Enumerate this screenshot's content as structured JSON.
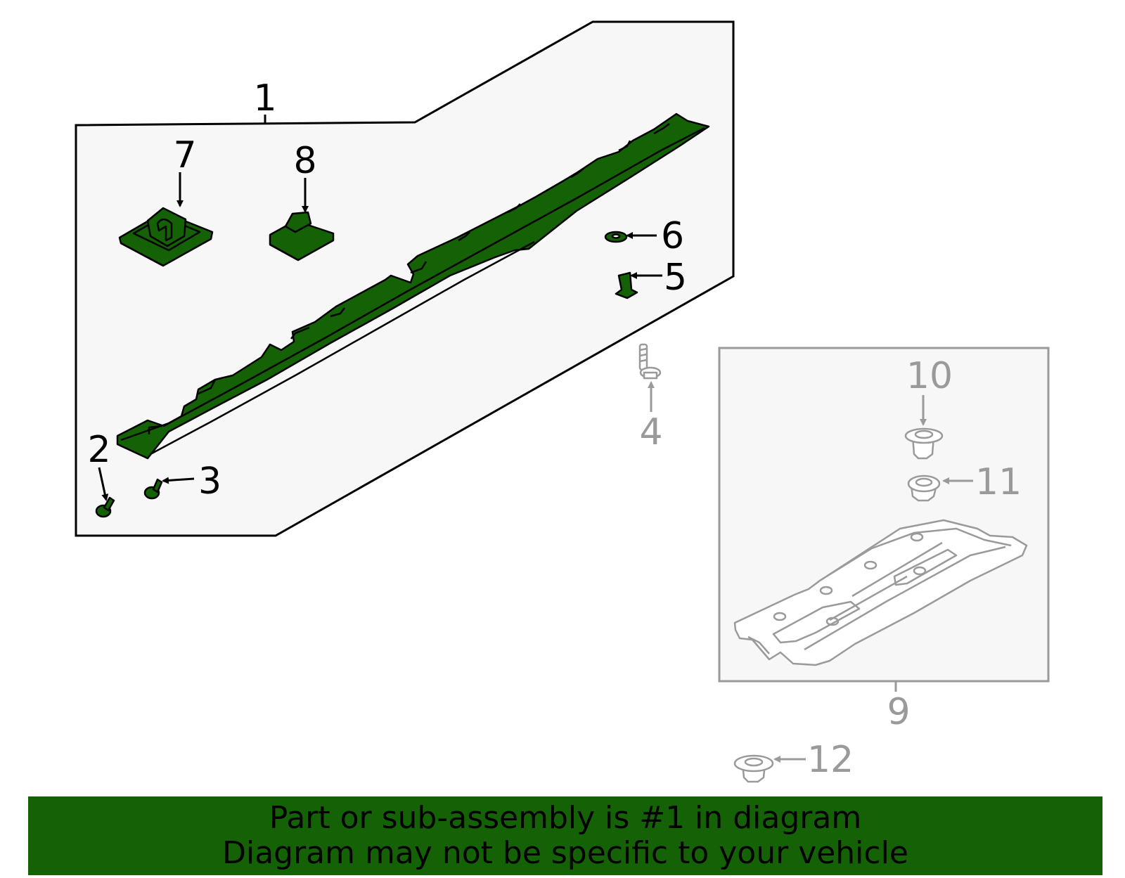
{
  "colors": {
    "highlight_part": "#156106",
    "outline_dark": "#000000",
    "outline_gray": "#9a9a9a",
    "panel_fill": "#f7f7f7",
    "banner_background": "#156106"
  },
  "callouts": {
    "c1": "1",
    "c2": "2",
    "c3": "3",
    "c4": "4",
    "c5": "5",
    "c6": "6",
    "c7": "7",
    "c8": "8",
    "c9": "9",
    "c10": "10",
    "c11": "11",
    "c12": "12"
  },
  "banner": {
    "line1": "Part or sub-assembly is #1 in diagram",
    "line2": "Diagram may not be specific to your vehicle"
  }
}
